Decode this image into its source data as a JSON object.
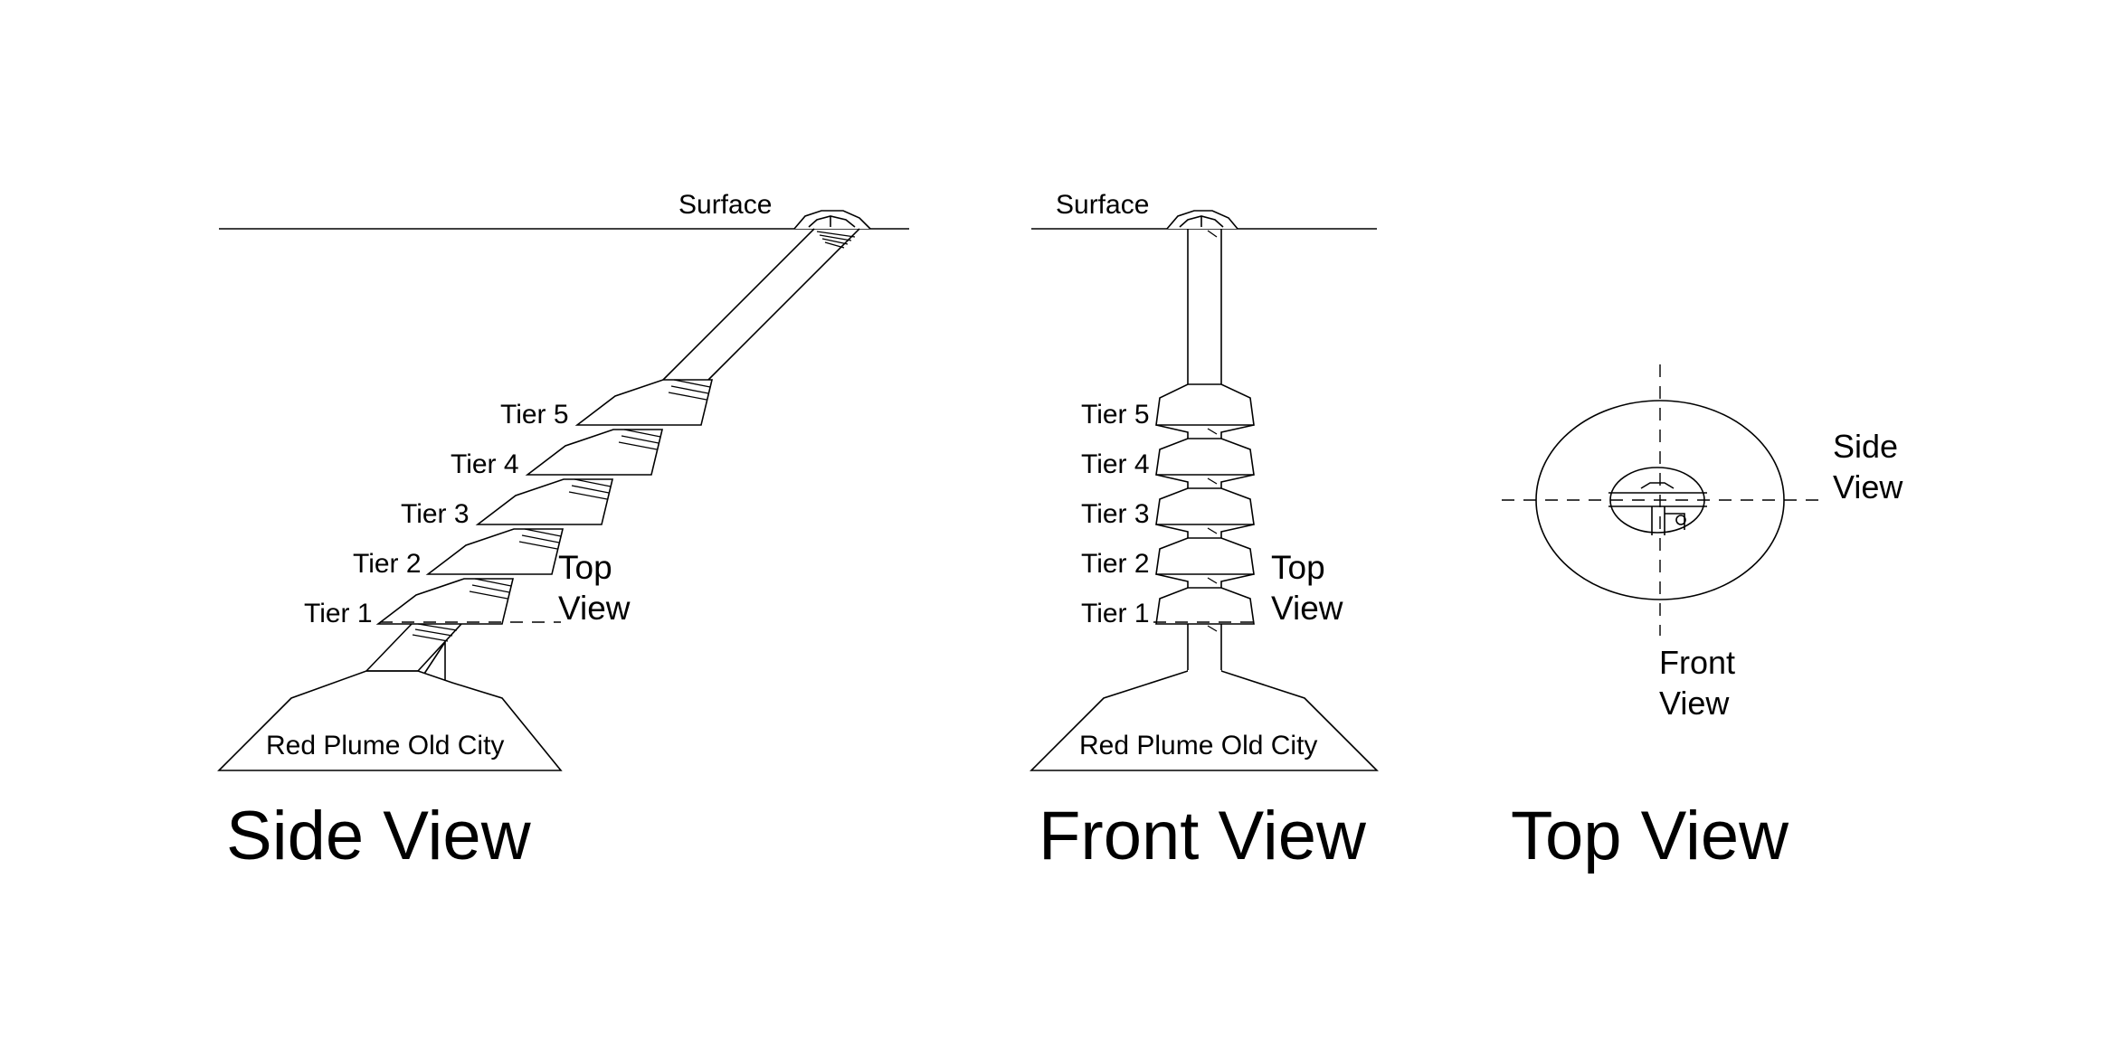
{
  "side_view": {
    "surface_label": "Surface",
    "tiers": [
      "Tier 5",
      "Tier 4",
      "Tier 3",
      "Tier 2",
      "Tier 1"
    ],
    "top_view_label": [
      "Top",
      "View"
    ],
    "city_label": "Red Plume Old City",
    "caption": "Side View"
  },
  "front_view": {
    "surface_label": "Surface",
    "tiers": [
      "Tier 5",
      "Tier 4",
      "Tier 3",
      "Tier 2",
      "Tier 1"
    ],
    "top_view_label": [
      "Top",
      "View"
    ],
    "city_label": "Red Plume Old City",
    "caption": "Front View"
  },
  "top_view": {
    "side_view_label": [
      "Side",
      "View"
    ],
    "front_view_label": [
      "Front",
      "View"
    ],
    "caption": "Top View"
  }
}
